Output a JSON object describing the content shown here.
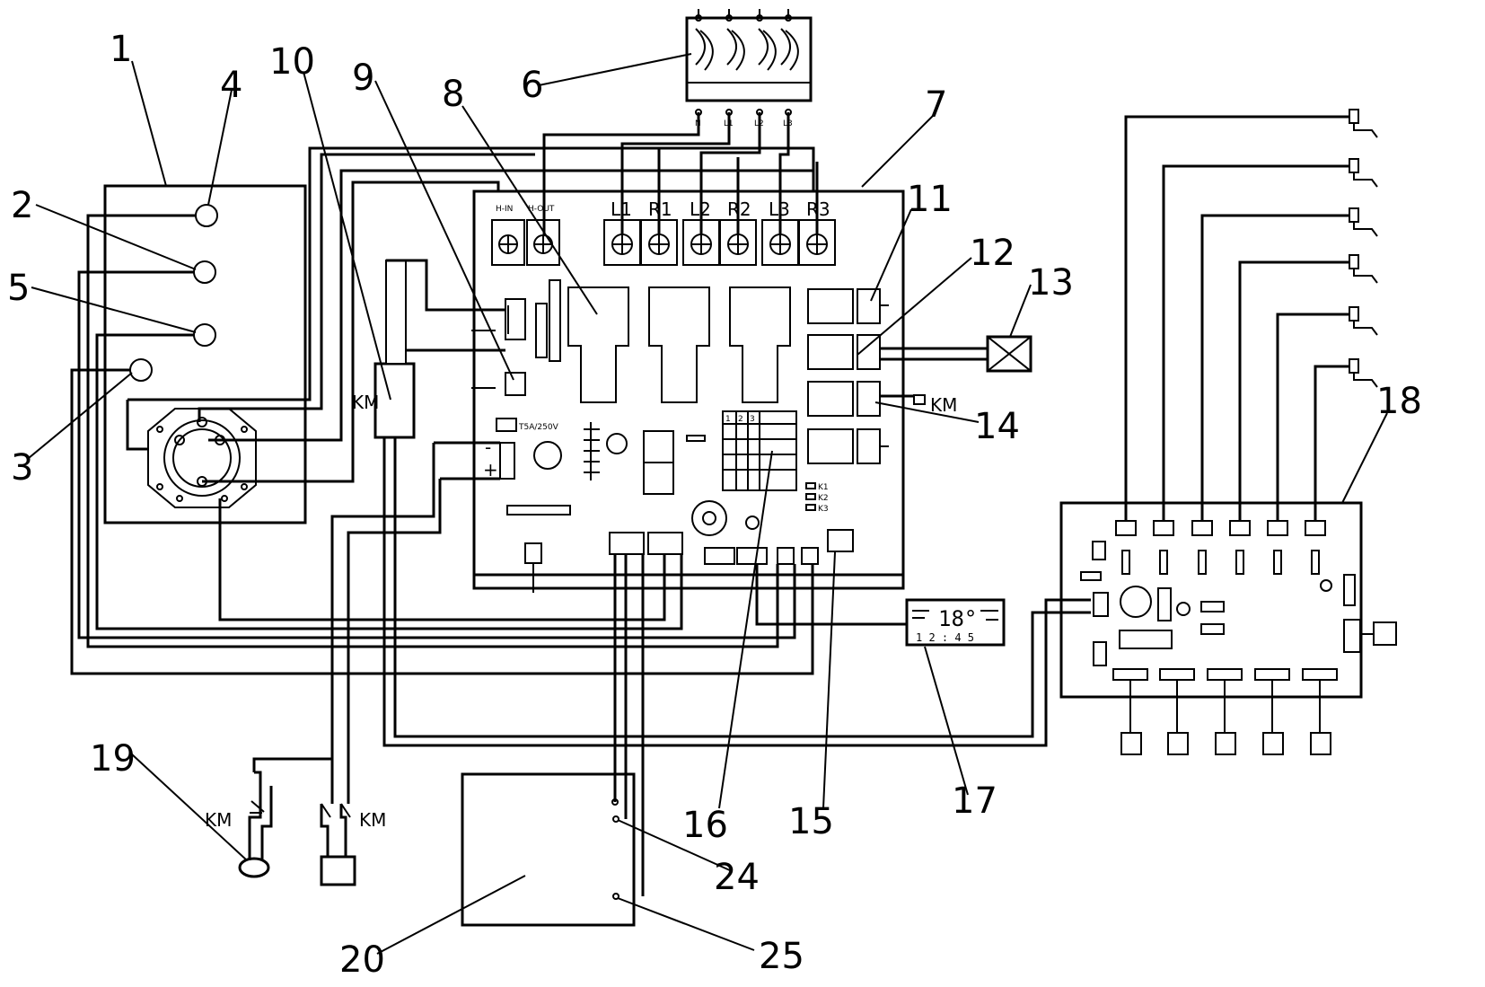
{
  "diagram": {
    "callouts": [
      "1",
      "2",
      "3",
      "4",
      "5",
      "6",
      "7",
      "8",
      "9",
      "10",
      "11",
      "12",
      "13",
      "14",
      "15",
      "16",
      "17",
      "18",
      "19",
      "20",
      "24",
      "25"
    ],
    "terminal_labels": [
      "L1",
      "R1",
      "L2",
      "R2",
      "L3",
      "R3"
    ],
    "water_labels": [
      "H-IN",
      "H-OUT"
    ],
    "relay_label": "KM",
    "display": {
      "temperature": "18°",
      "time": "1 2 : 4 5"
    },
    "fuse_label": "T5A/250V",
    "k_labels": [
      "K1",
      "K2",
      "K3"
    ],
    "grid_labels": [
      "1",
      "2",
      "3"
    ],
    "polarity": {
      "minus": "-",
      "plus": "+"
    },
    "breaker_bottom_labels": [
      "N",
      "L1",
      "L2",
      "L3"
    ]
  }
}
